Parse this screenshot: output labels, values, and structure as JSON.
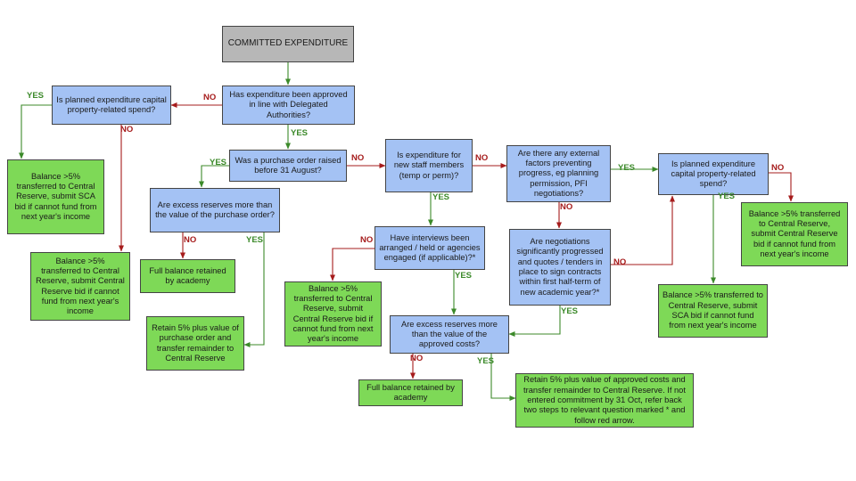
{
  "diagram": {
    "colors": {
      "start": "#b7b7b7",
      "question": "#a4c2f4",
      "outcome": "#7ed957",
      "yes": "#3c8a2a",
      "no": "#a61c1c"
    },
    "nodes": {
      "start": "COMMITTED EXPENDITURE",
      "q_delegated": "Has expenditure been approved in line with Delegated Authorities?",
      "q_capital_left": "Is planned expenditure capital property-related spend?",
      "o_sca_left": "Balance >5% transferred to Central Reserve, submit SCA bid if cannot fund from next year's income",
      "o_central_left": "Balance >5% transferred to Central Reserve, submit Central Reserve bid if cannot fund from next year's income",
      "q_purchase_order": "Was a purchase order raised before 31 August?",
      "q_excess_po": "Are excess reserves more than the value of the purchase order?",
      "o_full_retained_1": "Full balance retained by academy",
      "o_retain_po": "Retain 5% plus value of purchase order and transfer remainder to Central Reserve",
      "q_staff": "Is expenditure for new staff members (temp or perm)?",
      "q_interviews": "Have interviews been arranged / held or agencies engaged (if applicable)?*",
      "o_central_mid": "Balance >5% transferred to Central Reserve, submit Central Reserve bid if cannot fund from next year's income",
      "q_excess_approved": "Are excess reserves more than the value of the approved costs?",
      "o_full_retained_2": "Full balance retained by academy",
      "o_retain_approved": "Retain 5% plus value of approved costs and transfer remainder to Central Reserve. If not entered commitment by 31 Oct, refer back two steps to relevant question marked * and follow red arrow.",
      "q_external": "Are there any external factors preventing progress, eg planning permission, PFI negotiations?",
      "q_negotiations": "Are negotiations significantly progressed and quotes / tenders in place to sign contracts within first half-term of new academic year?*",
      "q_capital_right": "Is planned expenditure capital property-related spend?",
      "o_central_right": "Balance >5% transferred to Central Reserve, submit Central Reserve bid if cannot fund from next year's income",
      "o_sca_right": "Balance >5% transferred to Central Reserve, submit SCA bid if cannot fund from next year's income"
    },
    "edge_labels": {
      "yes": "YES",
      "no": "NO"
    }
  }
}
